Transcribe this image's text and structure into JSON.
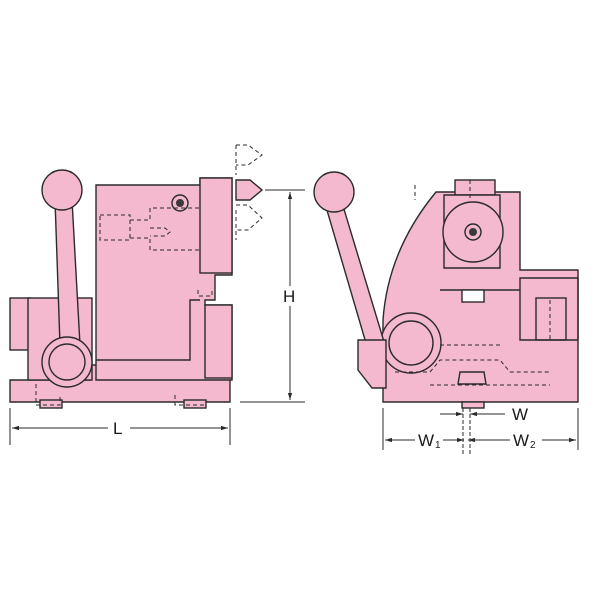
{
  "colors": {
    "body_fill": "#f4b8cf",
    "outline": "#2b2b2b",
    "hidden": "#2b2b2b",
    "hole": "#3a3a3a"
  },
  "dimensions": {
    "length_label": "L",
    "height_label": "H",
    "width_label": "W",
    "width1_label": "W",
    "width1_sub": "1",
    "width2_label": "W",
    "width2_sub": "2"
  },
  "views": {
    "left": "front-view",
    "right": "side-view"
  },
  "icons": [
    "lever-knob-icon",
    "center-point-icon",
    "bolt-head-icon"
  ]
}
